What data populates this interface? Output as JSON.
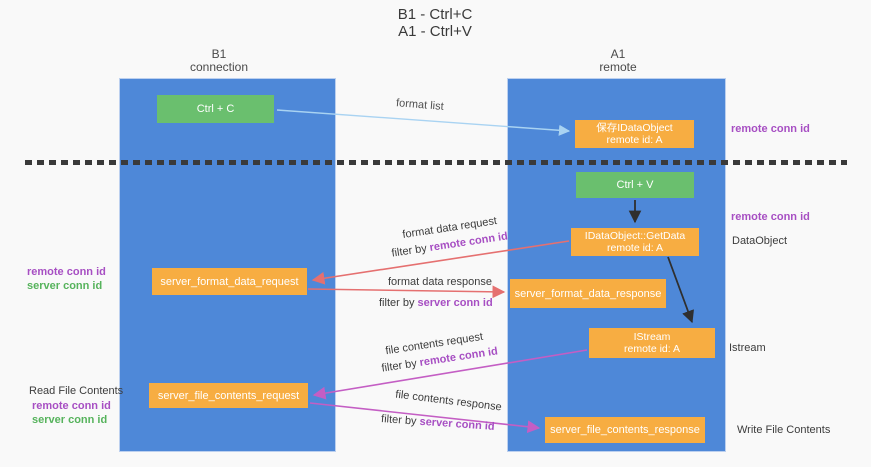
{
  "title": {
    "line1": "B1 - Ctrl+C",
    "line2": "A1 - Ctrl+V"
  },
  "lanes": {
    "b1": {
      "title": "B1",
      "subtitle": "connection"
    },
    "a1": {
      "title": "A1",
      "subtitle": "remote"
    }
  },
  "boxes": {
    "ctrl_c": {
      "label": "Ctrl + C"
    },
    "ctrl_v": {
      "label": "Ctrl + V"
    },
    "save_idataobject": {
      "line1": "保存IDataObject",
      "line2": "remote id: A"
    },
    "idataobject_getdata": {
      "line1": "IDataObject::GetData",
      "line2": "remote id: A"
    },
    "istream": {
      "line1": "IStream",
      "line2": "remote id: A"
    },
    "server_format_data_request": {
      "label": "server_format_data_request"
    },
    "server_format_data_response": {
      "label": "server_format_data_response"
    },
    "server_file_contents_request": {
      "label": "server_file_contents_request"
    },
    "server_file_contents_response": {
      "label": "server_file_contents_response"
    }
  },
  "arrow_labels": {
    "format_list": "format list",
    "format_data_request": "format data request",
    "format_data_response": "format data response",
    "file_contents_request": "file contents request",
    "file_contents_response": "file contents response",
    "filter_by": "filter by ",
    "remote_conn_id": "remote conn id",
    "server_conn_id": "server conn id"
  },
  "side_labels": {
    "remote_conn_id": "remote conn id",
    "server_conn_id": "server conn id",
    "read_file_contents": "Read File Contents",
    "dataobject": "DataObject",
    "istream": "Istream",
    "write_file_contents": "Write File Contents"
  },
  "colors": {
    "lane_blue": "#4e88d8",
    "box_green": "#6abf6e",
    "box_orange": "#f7ad42",
    "arrow_lightblue": "#a9d3f2",
    "arrow_salmon": "#e57070",
    "arrow_magenta": "#c45ec4",
    "arrow_black": "#2f2f2f",
    "text_purple": "#a74fc3",
    "text_green": "#56b35c"
  }
}
